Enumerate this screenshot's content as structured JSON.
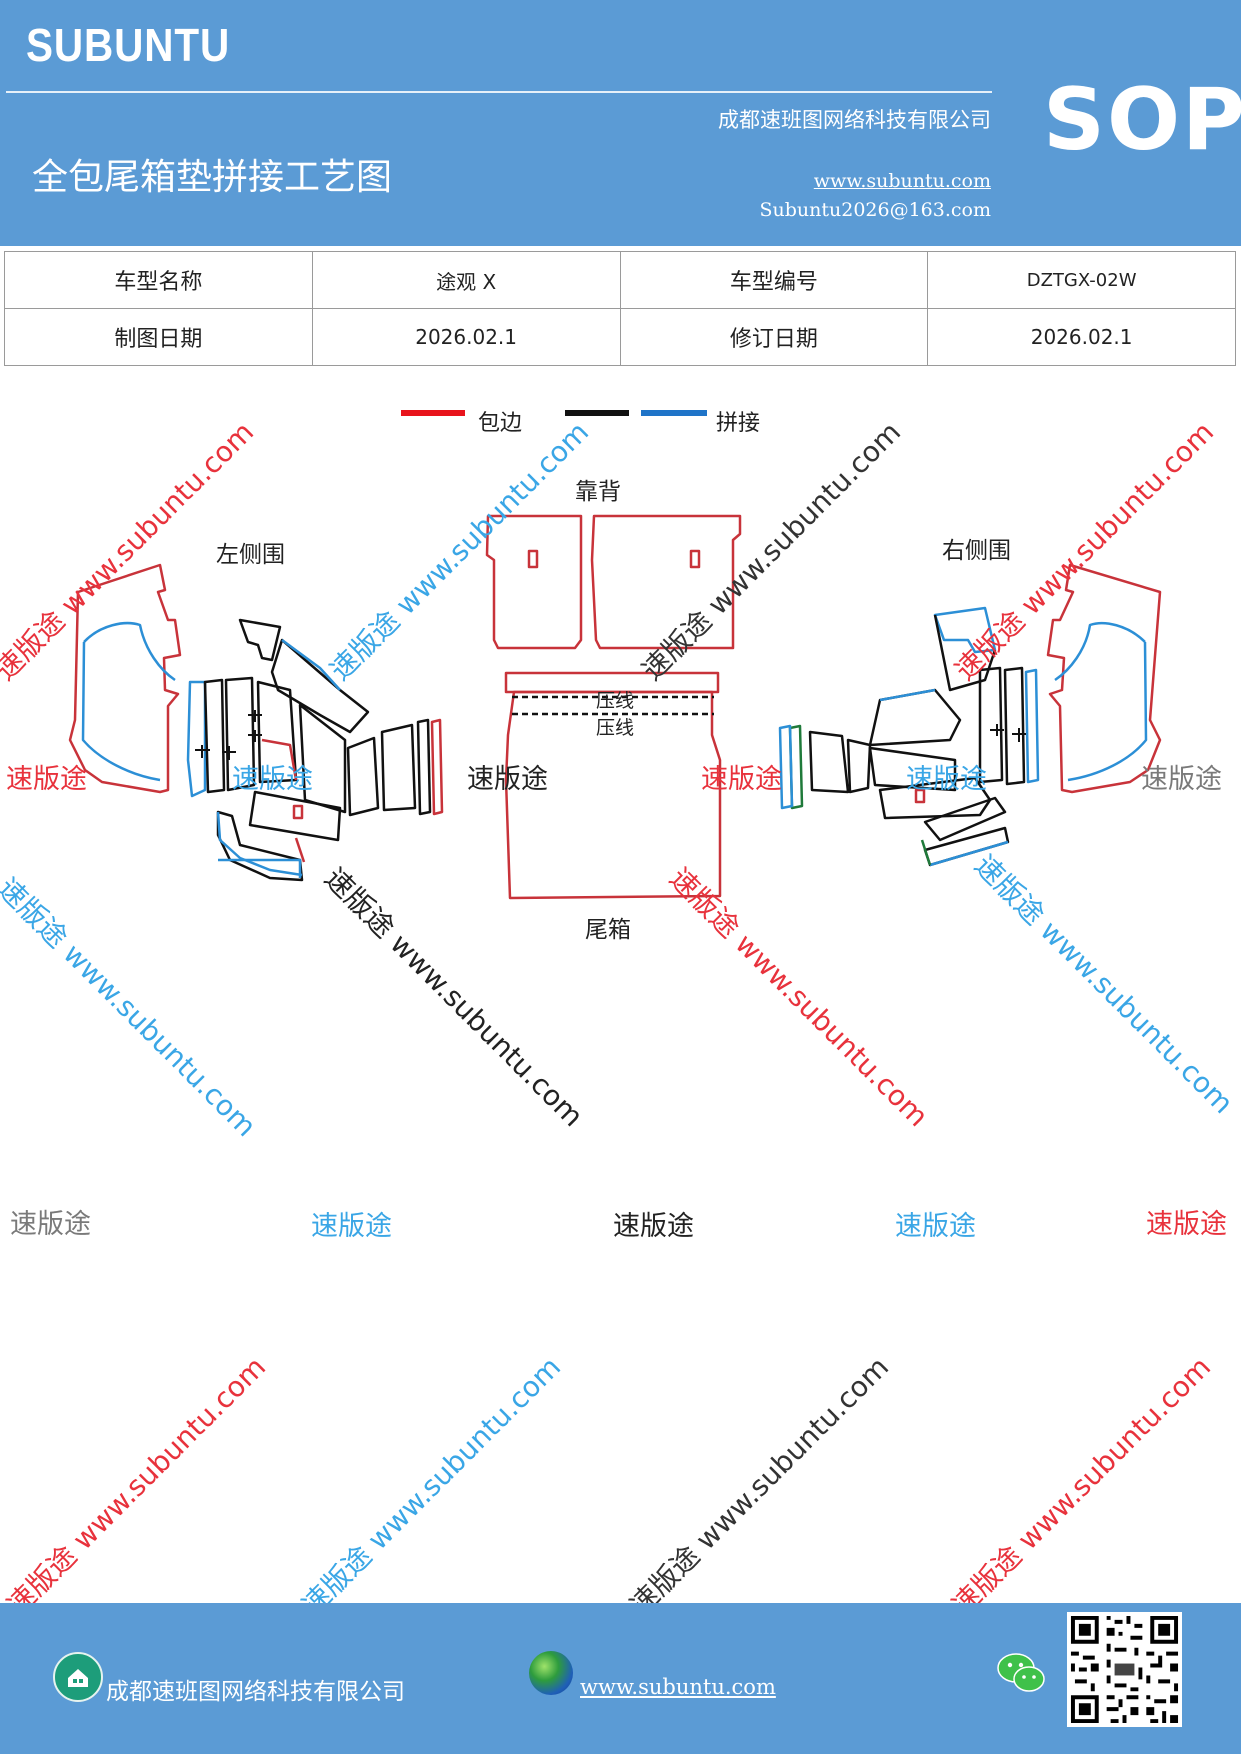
{
  "header": {
    "brand": "SUBUNTU",
    "doc_type": "SOP",
    "company": "成都速班图网络科技有限公司",
    "title": "全包尾箱垫拼接工艺图",
    "website": "www.subuntu.com",
    "email": "Subuntu2026@163.com"
  },
  "info": {
    "model_name_label": "车型名称",
    "model_name": "途观 X",
    "model_code_label": "车型编号",
    "model_code": "DZTGX-02W",
    "draw_date_label": "制图日期",
    "draw_date": "2026.02.1",
    "revise_date_label": "修订日期",
    "revise_date": "2026.02.1"
  },
  "legend": {
    "items": [
      {
        "label": "包边",
        "color": "#e8141c"
      },
      {
        "label": "",
        "color": "#111111"
      },
      {
        "label": "拼接",
        "color": "#1f74c8"
      }
    ]
  },
  "parts": {
    "backrest": "靠背",
    "left_side": "左侧围",
    "right_side": "右侧围",
    "trunk": "尾箱",
    "press_line_1": "压线",
    "press_line_2": "压线"
  },
  "watermarks": {
    "brand": "速版途",
    "url": "www.subuntu.com",
    "colors": {
      "red": "#e8323c",
      "blue": "#3aa6e6",
      "gray": "#7a7a7a",
      "black": "#222222"
    }
  },
  "footer": {
    "company": "成都速班图网络科技有限公司",
    "website": "www.subuntu.com"
  },
  "colors": {
    "header_bg": "#5b9bd5",
    "binding_red": "#d03238",
    "splice_blue": "#2c8fd6"
  }
}
